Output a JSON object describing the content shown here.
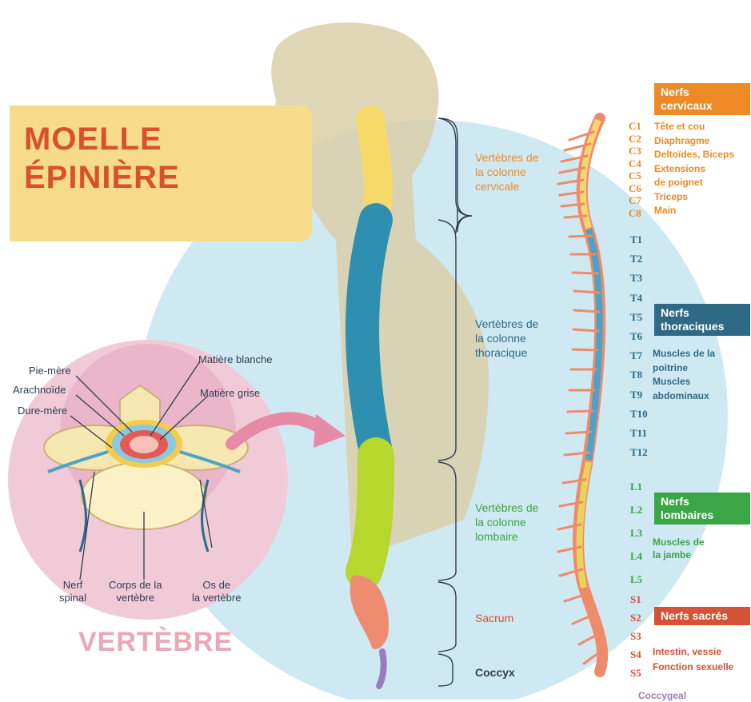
{
  "title": {
    "line1": "MOELLE",
    "line2": "ÉPINIÈRE"
  },
  "vertebra": {
    "title": "VERTÈBRE",
    "labels": {
      "pie_mere": "Pie-mère",
      "arachnoide": "Arachnoïde",
      "dure_mere": "Dure-mère",
      "matiere_blanche": "Matière blanche",
      "matiere_grise": "Matière grise",
      "nerf_spinal": "Nerf\nspinal",
      "corps": "Corps de la\nvertèbre",
      "os": "Os de\nla vertèbre"
    }
  },
  "segments": {
    "cervical": "Vertèbres de\nla colonne\ncervicale",
    "thoracic": "Vertèbres de\nla colonne\nthoracique",
    "lumbar": "Vertèbres de\nla colonne\nlombaire",
    "sacrum": "Sacrum",
    "coccyx": "Coccyx"
  },
  "nerve_groups": {
    "cervical": {
      "label": "Nerfs\ncervicaux",
      "color": "#ee8a26"
    },
    "thoracic": {
      "label": "Nerfs\nthoraciques",
      "color": "#2e6a86"
    },
    "lumbar": {
      "label": "Nerfs\nlombaires",
      "color": "#3aa646"
    },
    "sacral": {
      "label": "Nerfs sacrés",
      "color": "#d65135"
    }
  },
  "codes": {
    "cervical": [
      "C1",
      "C2",
      "C3",
      "C4",
      "C5",
      "C6",
      "C7",
      "C8"
    ],
    "thoracic": [
      "T1",
      "T2",
      "T3",
      "T4",
      "T5",
      "T6",
      "T7",
      "T8",
      "T9",
      "T10",
      "T11",
      "T12"
    ],
    "lumbar": [
      "L1",
      "L2",
      "L3",
      "L4",
      "L5"
    ],
    "sacral": [
      "S1",
      "S2",
      "S3",
      "S4",
      "S5"
    ]
  },
  "functions": {
    "cervical": [
      "Tête et cou",
      "Diaphragme",
      "Deltoïdes, Biceps",
      "Extensions",
      "de poignet",
      "Triceps",
      "Main"
    ],
    "thoracic": [
      "Muscles de la",
      "poitrine",
      "Muscles",
      "abdominaux"
    ],
    "lumbar": [
      "Muscles de",
      "la jambe"
    ],
    "sacral": [
      "Intestin, vessie",
      "Fonction sexuelle"
    ]
  },
  "coccygeal": "Coccygeal",
  "colors": {
    "cervical": "#f1a23a",
    "thoracic": "#2e6a86",
    "lumbar": "#3aa646",
    "sacral": "#d65135",
    "coccyx": "#9b7bc0",
    "title": "#d8512c"
  }
}
